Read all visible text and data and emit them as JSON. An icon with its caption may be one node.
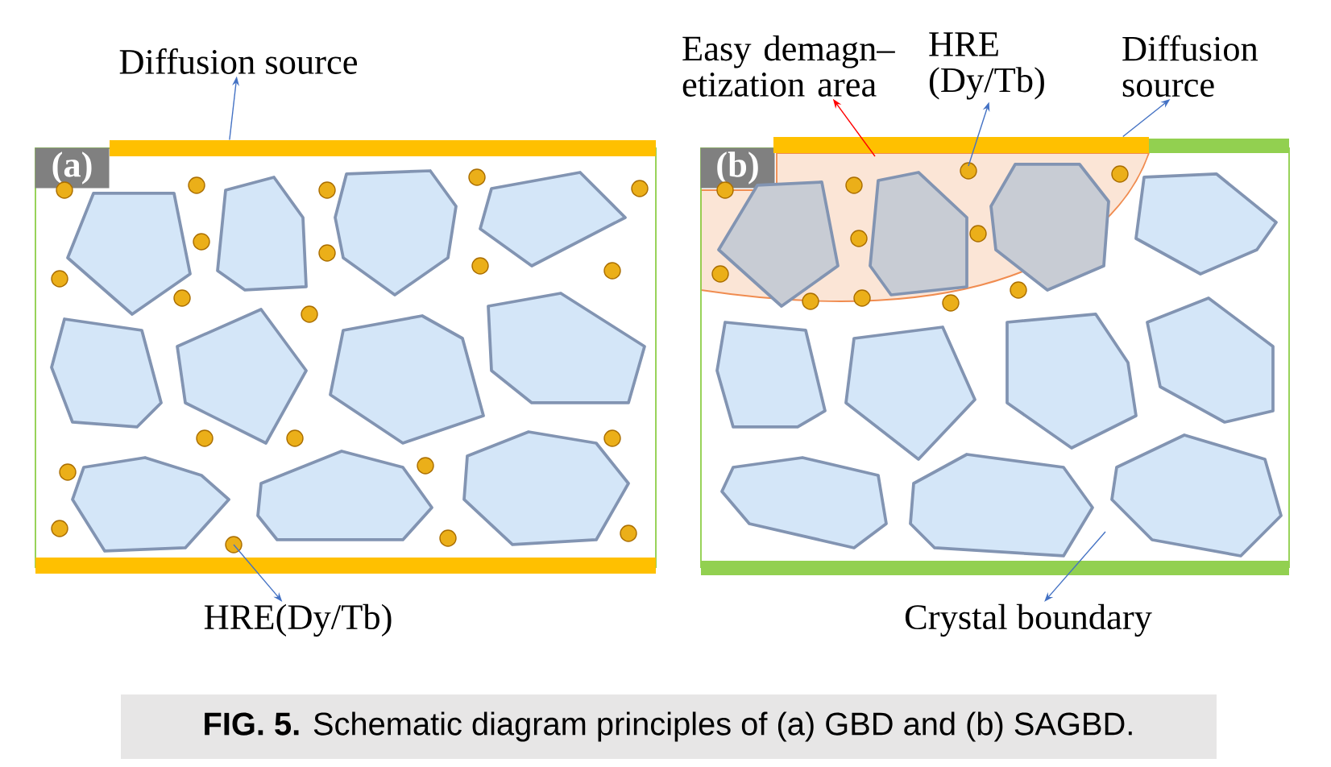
{
  "diagram": {
    "caption": "**FIG. 5.** Schematic diagram principles of (a) GBD and (b) SAGBD.",
    "nodes": [
      {
        "text": [
          "(a)"
        ]
      },
      {
        "text": [
          "(b)"
        ]
      },
      {
        "text": [
          "Diffusion source"
        ]
      },
      {
        "text": [
          "HRE(Dy/Tb)"
        ]
      },
      {
        "text": [
          "Easy demagn– etization area"
        ]
      },
      {
        "text": [
          "HRE (Dy/Tb)"
        ]
      },
      {
        "text": [
          "Diffusion source"
        ]
      },
      {
        "text": [
          "Crystal boundary"
        ]
      },
      {
        "text": [],
        "shape": "bar"
      },
      {
        "text": [],
        "shape": "area",
        "in": 1
      },
      {
        "text": [],
        "shape": "bar"
      },
      {
        "text": [],
        "shape": "bar"
      }
    ],
    "edges": [
      {
        "from": 8,
        "to": 2,
        "arrow": "to"
      },
      {
        "from": 0,
        "to": 3,
        "arrow": "to"
      },
      {
        "from": 9,
        "to": 4,
        "arrow": "to",
        "color": "#ff0000"
      },
      {
        "from": 9,
        "to": 5,
        "arrow": "to"
      },
      {
        "from": 10,
        "to": 6,
        "arrow": "to"
      },
      {
        "from": null,
        "to": 7,
        "arrow": "to"
      }
    ]
  }
}
